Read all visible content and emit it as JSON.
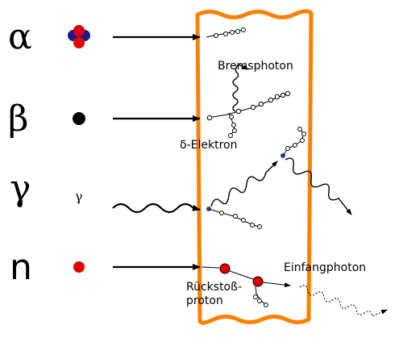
{
  "rows": [
    {
      "symbol": "α",
      "symbol_id": "alpha"
    },
    {
      "symbol": "β",
      "symbol_id": "beta"
    },
    {
      "symbol": "γ",
      "symbol_id": "gamma",
      "small_label": "γ"
    },
    {
      "symbol": "n",
      "symbol_id": "neutron"
    }
  ],
  "labels": {
    "bremsphoton": "Bremsphoton",
    "delta_electron": "δ-Elektron",
    "einfangphoton": "Einfangphoton",
    "recoil_proton_line1": "Rückstoß-",
    "recoil_proton_line2": "proton"
  },
  "colors": {
    "absorber": "#ff8000",
    "proton": "#e00000",
    "neutron": "#1a1a8c",
    "electron": "#000000",
    "ion_marker": "#1f4f8f",
    "ion_chain": "#ffffff"
  }
}
